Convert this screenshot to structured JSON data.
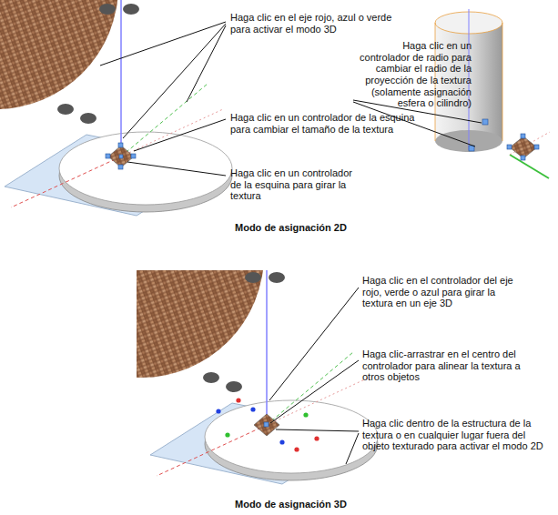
{
  "diagram": {
    "labels": [
      "Haga clic en el eje rojo, azul o verde para activar el modo 3D",
      "Haga clic en un controlador de radio para cambiar el radio de la proyección de la textura (solamente asignación esfera o cilindro)",
      "Haga clic en un controlador de la esquina para cambiar el tamaño de la textura",
      "Haga clic en un controlador de la esquina para girar la textura",
      "Modo de asignación 2D",
      "Haga clic en el controlador del eje rojo, verde o azul para girar la textura en un eje 3D",
      "Haga clic-arrastrar en el centro del controlador para alinear la textura a otros objetos",
      "Haga clic dentro de la estructura de la textura o en cualquier lugar fuera del objeto texturado para activar el modo 2D",
      "Modo de asignación 3D"
    ]
  }
}
